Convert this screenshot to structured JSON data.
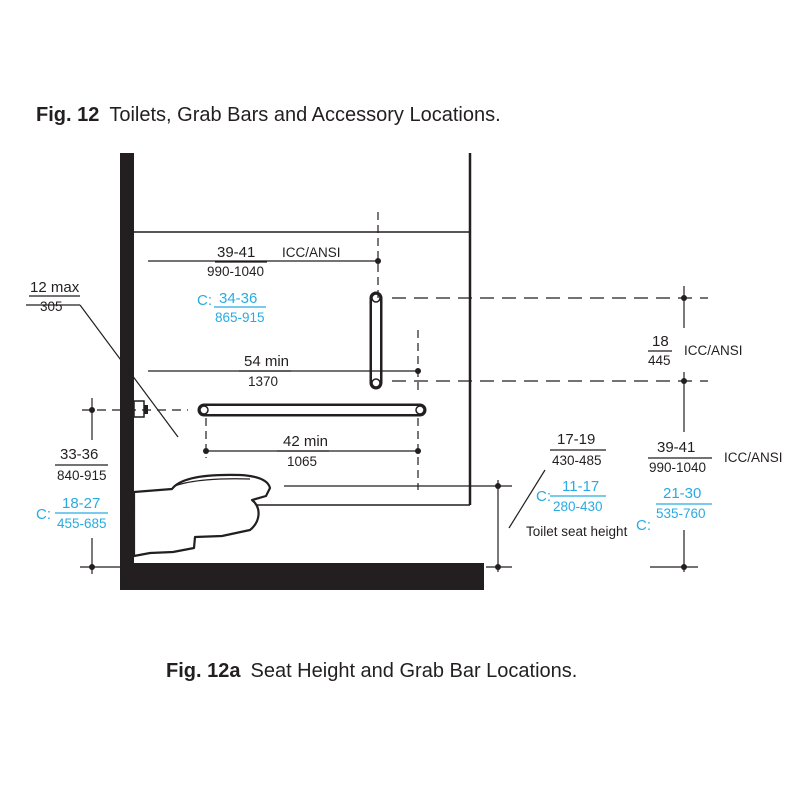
{
  "figure_title": {
    "label": "Fig. 12",
    "text": "Toilets, Grab Bars and Accessory Locations."
  },
  "figure_subtitle": {
    "label": "Fig. 12a",
    "text": "Seat Height and Grab Bar Locations."
  },
  "colors": {
    "ink": "#231f20",
    "child": "#29abe2"
  },
  "dimensions": {
    "side_bar_reach": {
      "imperial": "39-41",
      "standard": "ICC/ANSI",
      "metric": "990-1040",
      "child_prefix": "C:",
      "child_imperial": "34-36",
      "child_metric": "865-915"
    },
    "rear_bar_min": {
      "imperial": "54 min",
      "metric": "1370"
    },
    "grab_bar_min": {
      "imperial": "42 min",
      "metric": "1065"
    },
    "dispenser_offset": {
      "imperial": "12 max",
      "metric": "305"
    },
    "rear_bar_spacing": {
      "imperial": "18",
      "metric": "445",
      "standard": "ICC/ANSI"
    },
    "grab_bar_height": {
      "imperial": "33-36",
      "metric": "840-915",
      "child_prefix": "C:",
      "child_imperial": "18-27",
      "child_metric": "455-685"
    },
    "seat_height": {
      "imperial": "17-19",
      "metric": "430-485",
      "child_prefix": "C:",
      "child_imperial": "11-17",
      "child_metric": "280-430",
      "caption": "Toilet seat height"
    },
    "rear_bar_height": {
      "imperial": "39-41",
      "metric": "990-1040",
      "standard": "ICC/ANSI",
      "child_prefix": "C:",
      "child_imperial": "21-30",
      "child_metric": "535-760"
    }
  }
}
